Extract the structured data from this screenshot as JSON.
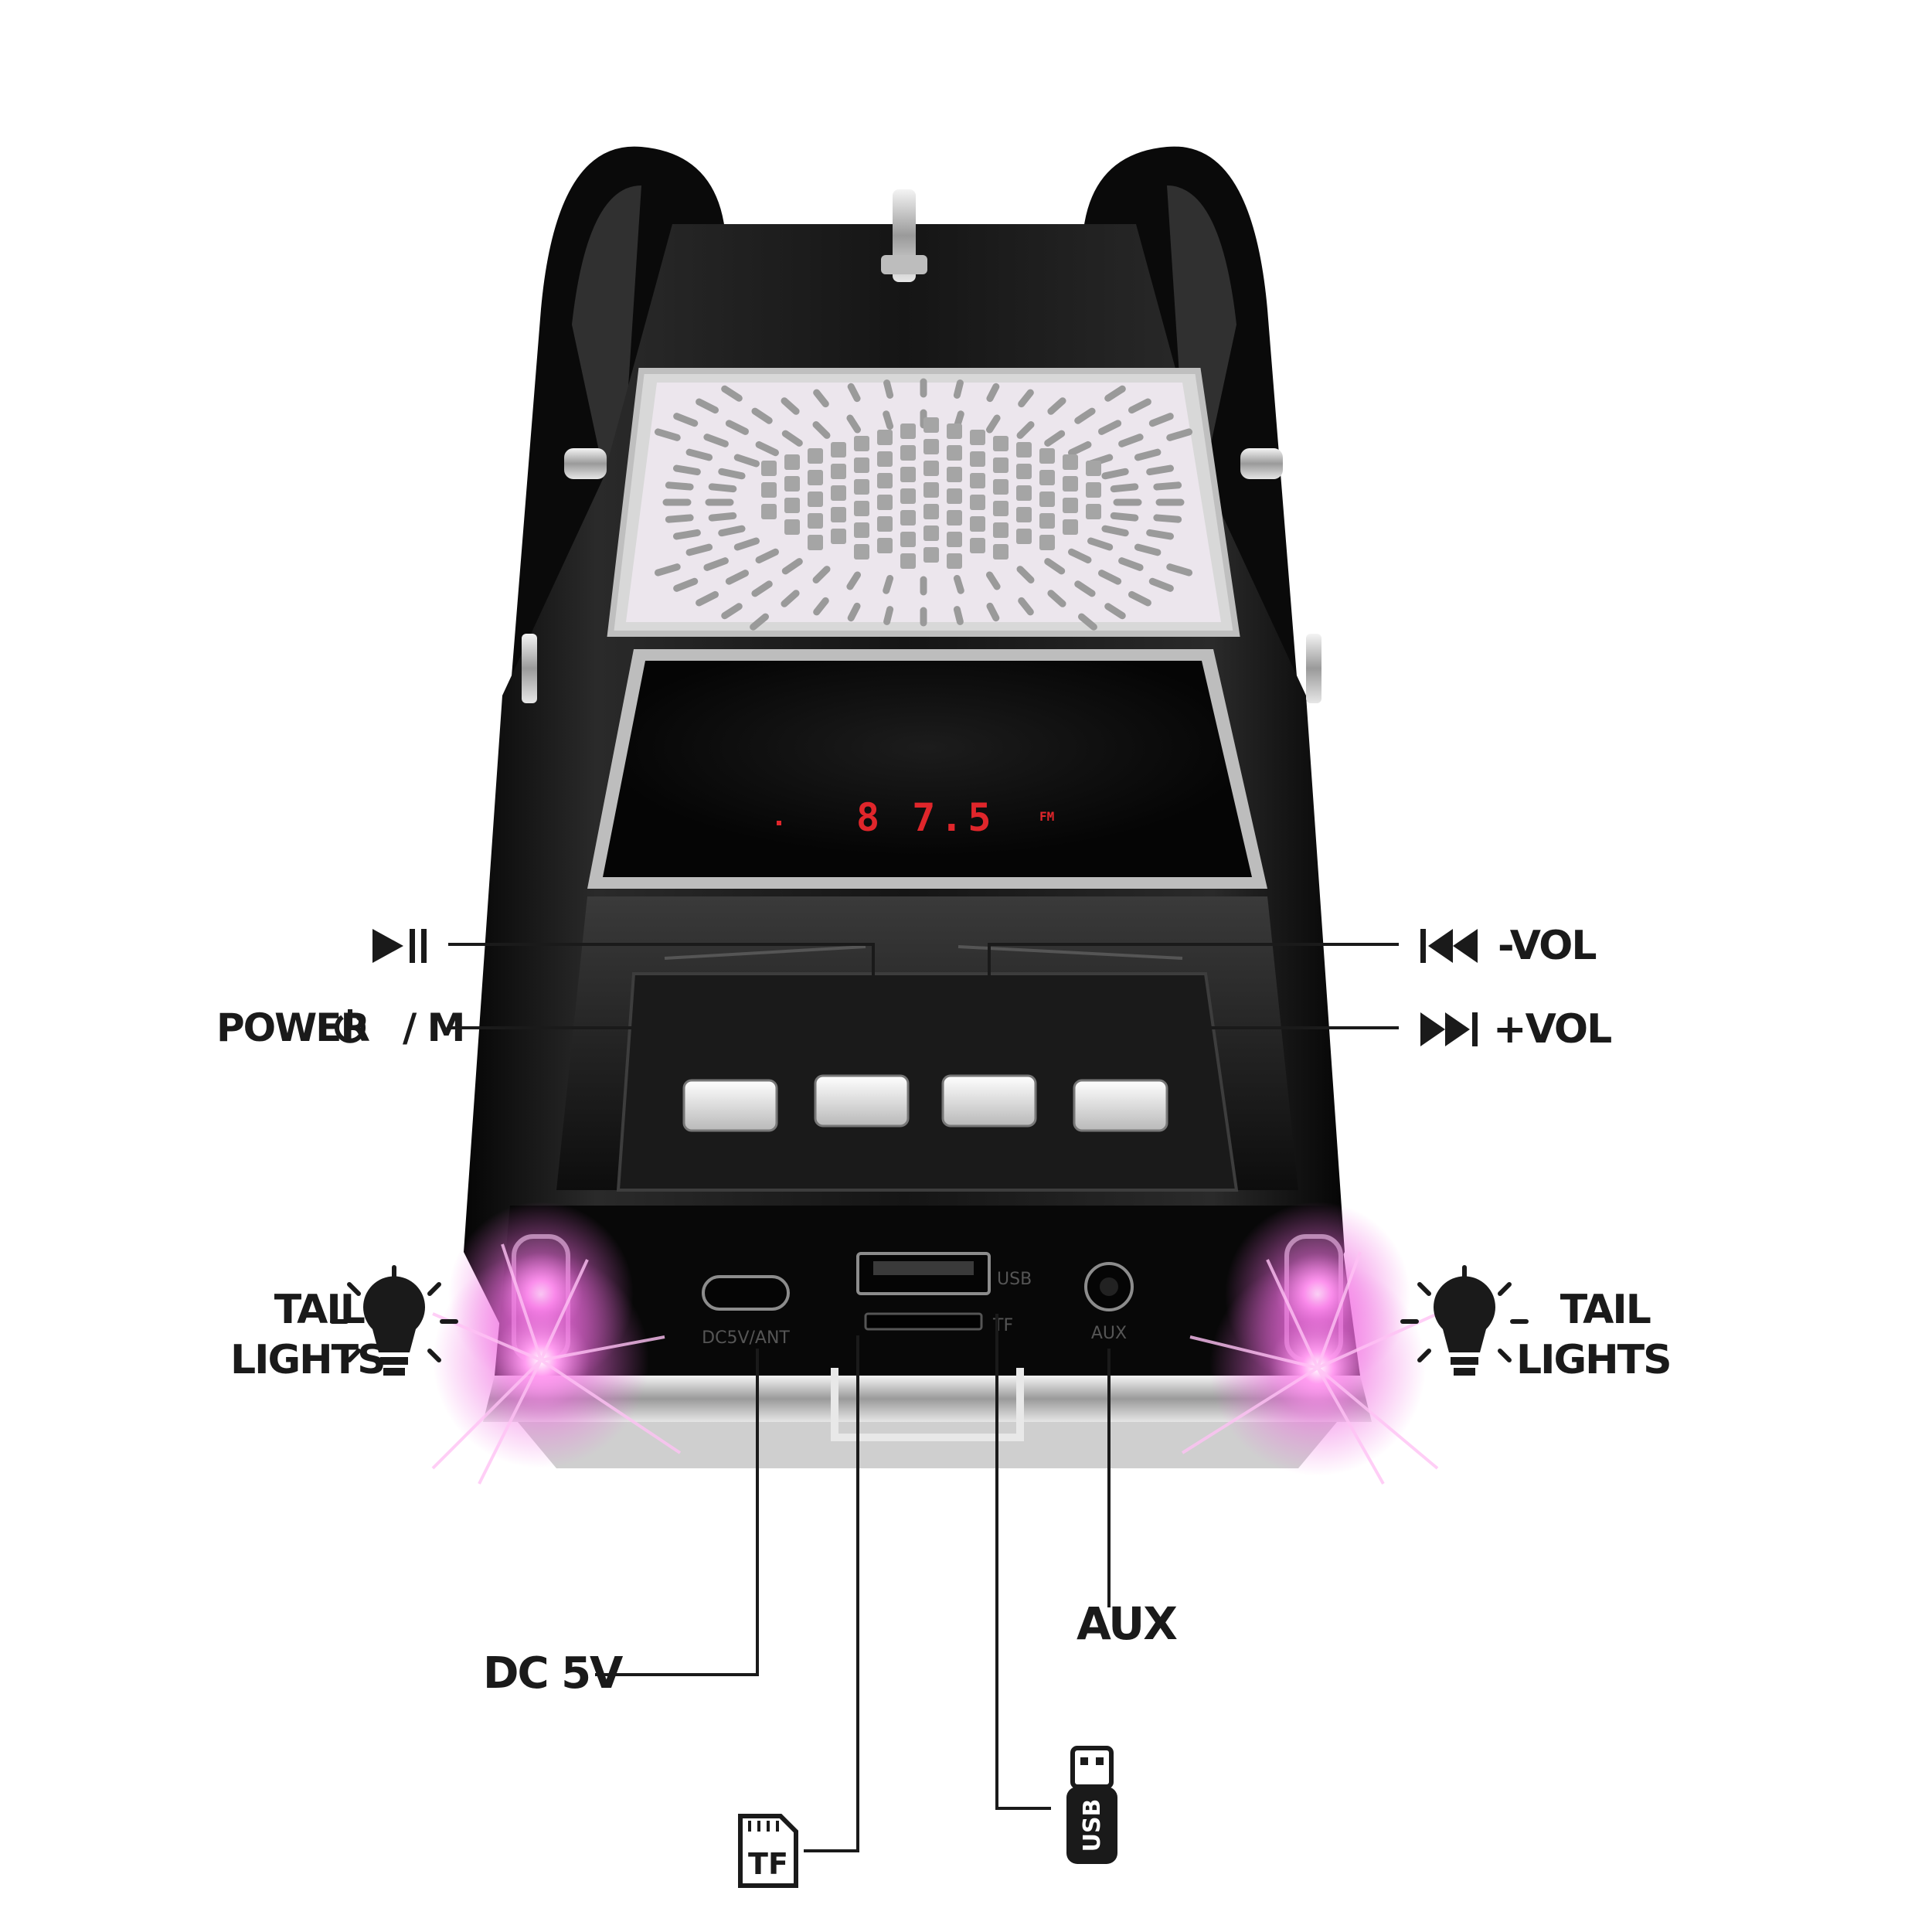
{
  "callouts": {
    "play_pause": "▶II",
    "power_mode": "POWER⏻/ M",
    "prev_vol_down": "⏮ -VOL",
    "next_vol_up": "⏭ +VOL",
    "tail_lights_left": [
      "TAIL",
      "LIGHTS"
    ],
    "tail_lights_right": [
      "TAIL",
      "LIGHTS"
    ],
    "dc_5v": "DC 5V",
    "aux": "AUX",
    "tf": "TF",
    "usb": "USB"
  },
  "device": {
    "display_freq": "8 7.5",
    "display_fm": "FM",
    "port_usb_print": "USB",
    "port_tf_print": "TF",
    "port_dc_print": "DC5V/ANT",
    "port_aux_print": "AUX"
  },
  "icons": [
    "play-pause-icon",
    "power-icon",
    "prev-track-icon",
    "next-track-icon",
    "lightbulb-icon",
    "sd-card-icon",
    "usb-drive-icon"
  ],
  "colors": {
    "car_body": "#0c0c0c",
    "grille": "#e9e3ea",
    "led_display": "#e0262b",
    "tail_light_glow": "#f06be0",
    "callout_line": "#1a1a1a"
  }
}
